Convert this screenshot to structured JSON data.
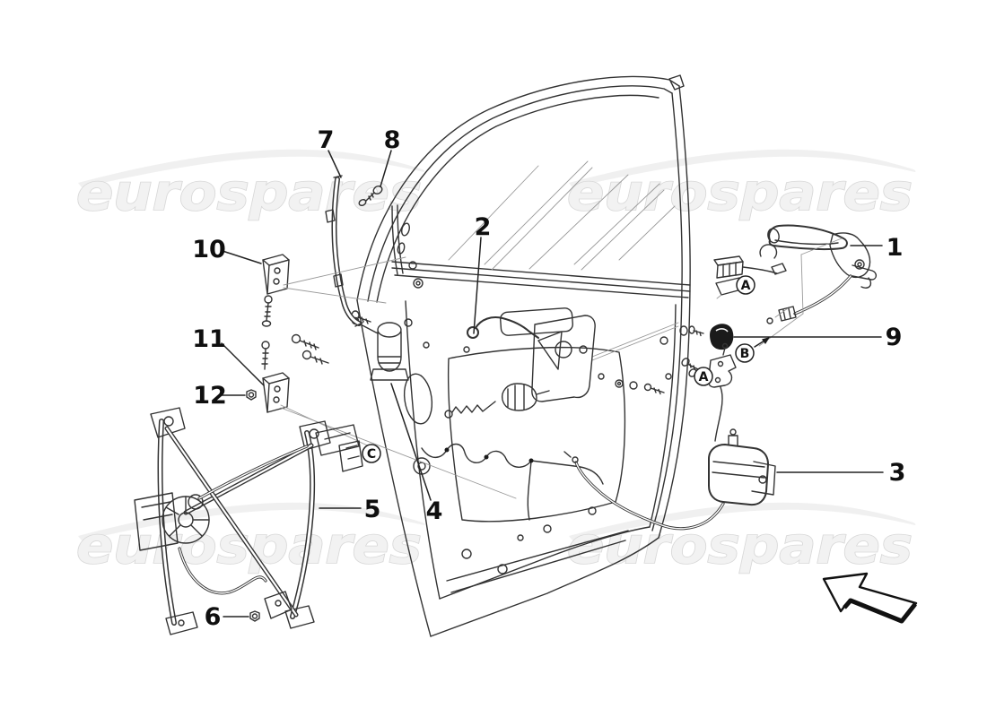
{
  "watermark": {
    "text": "eurospares"
  },
  "diagram": {
    "description_labels_visible": "numeric part callouts and circled reference letters",
    "colors": {
      "line": "#333333",
      "label": "#0f0f0f",
      "watermark_fill": "#f2f2f2",
      "watermark_outline": "#d8d8d8",
      "background": "#ffffff"
    },
    "icons": {
      "direction_arrow": "arrow-up-left"
    },
    "part_labels": [
      {
        "label": "1"
      },
      {
        "label": "2"
      },
      {
        "label": "3"
      },
      {
        "label": "4"
      },
      {
        "label": "5"
      },
      {
        "label": "6"
      },
      {
        "label": "7"
      },
      {
        "label": "8"
      },
      {
        "label": "9"
      },
      {
        "label": "10"
      },
      {
        "label": "11"
      },
      {
        "label": "12"
      }
    ],
    "reference_letters": [
      {
        "label": "A"
      },
      {
        "label": "B"
      },
      {
        "label": "A"
      },
      {
        "label": "C"
      }
    ]
  }
}
